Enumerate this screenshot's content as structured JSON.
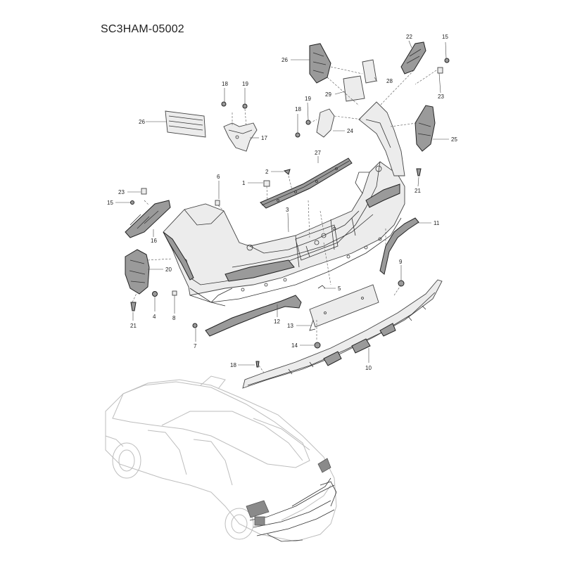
{
  "diagram": {
    "code": "SC3HAM-05002"
  },
  "callouts": [
    {
      "id": "c26a",
      "label": "26"
    },
    {
      "id": "c22",
      "label": "22"
    },
    {
      "id": "c15a",
      "label": "15"
    },
    {
      "id": "c28",
      "label": "28"
    },
    {
      "id": "c29",
      "label": "29"
    },
    {
      "id": "c23a",
      "label": "23"
    },
    {
      "id": "c18a",
      "label": "18"
    },
    {
      "id": "c19a",
      "label": "19"
    },
    {
      "id": "c19b",
      "label": "19"
    },
    {
      "id": "c18b",
      "label": "18"
    },
    {
      "id": "c26b",
      "label": "26"
    },
    {
      "id": "c17",
      "label": "17"
    },
    {
      "id": "c24",
      "label": "24"
    },
    {
      "id": "c25",
      "label": "25"
    },
    {
      "id": "c27",
      "label": "27"
    },
    {
      "id": "c2",
      "label": "2"
    },
    {
      "id": "c6",
      "label": "6"
    },
    {
      "id": "c1",
      "label": "1"
    },
    {
      "id": "c21a",
      "label": "21"
    },
    {
      "id": "c23b",
      "label": "23"
    },
    {
      "id": "c15b",
      "label": "15"
    },
    {
      "id": "c3",
      "label": "3"
    },
    {
      "id": "c11",
      "label": "11"
    },
    {
      "id": "c16",
      "label": "16"
    },
    {
      "id": "c20",
      "label": "20"
    },
    {
      "id": "c9",
      "label": "9"
    },
    {
      "id": "c5",
      "label": "5"
    },
    {
      "id": "c21b",
      "label": "21"
    },
    {
      "id": "c4",
      "label": "4"
    },
    {
      "id": "c8",
      "label": "8"
    },
    {
      "id": "c12",
      "label": "12"
    },
    {
      "id": "c13",
      "label": "13"
    },
    {
      "id": "c7",
      "label": "7"
    },
    {
      "id": "c14",
      "label": "14"
    },
    {
      "id": "c10",
      "label": "10"
    },
    {
      "id": "c18c",
      "label": "18"
    }
  ]
}
